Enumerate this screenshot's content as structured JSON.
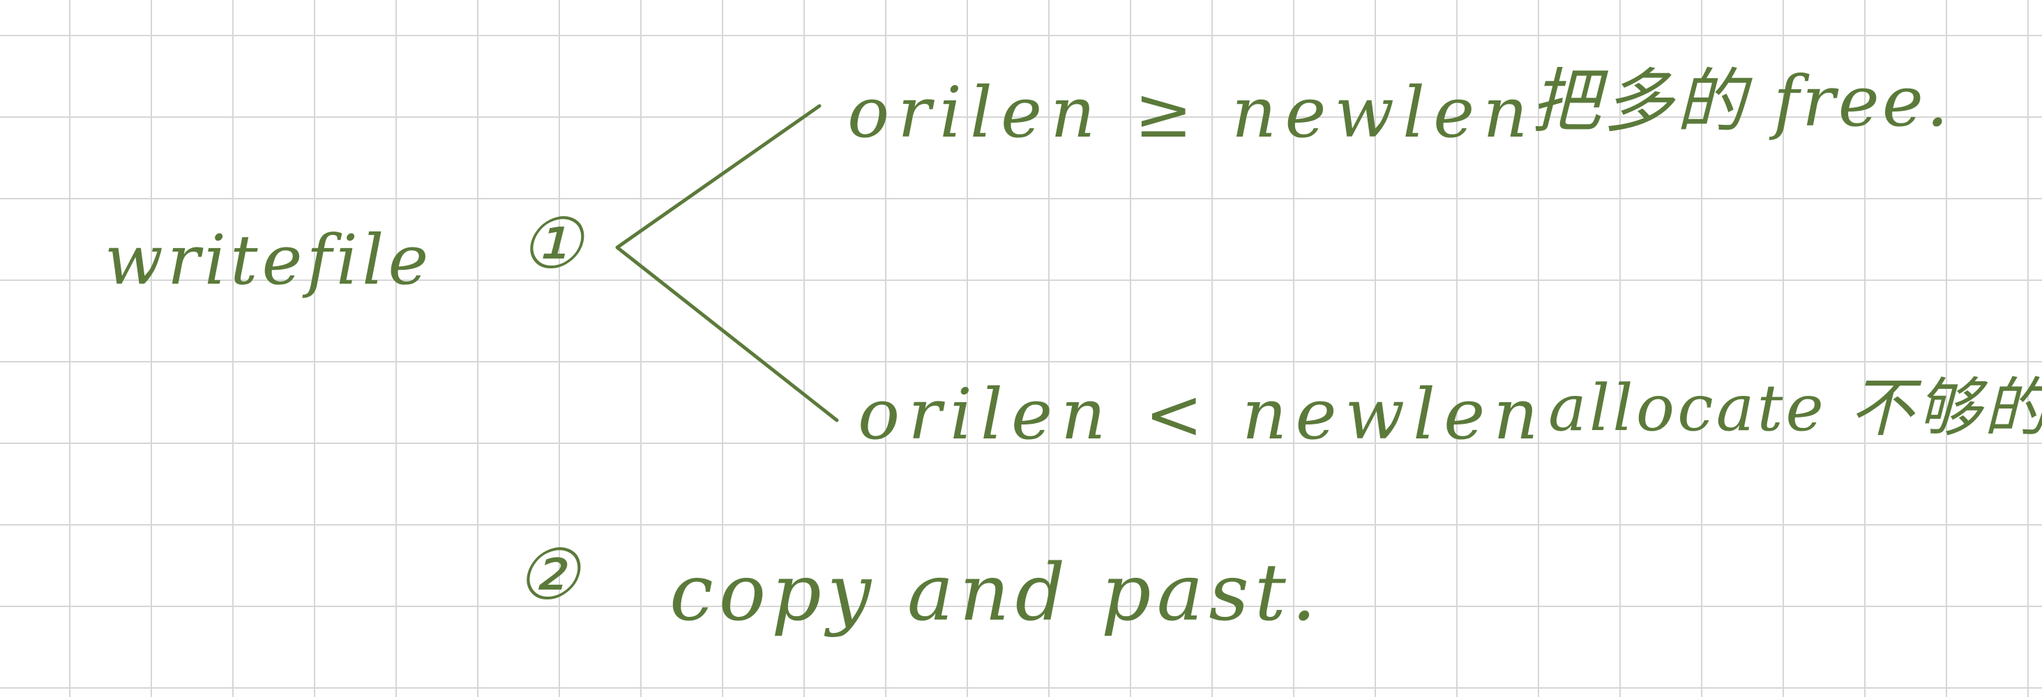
{
  "root": {
    "label": "writefile"
  },
  "steps": {
    "one": {
      "marker": "①"
    },
    "two": {
      "marker": "②",
      "text": "copy and past."
    }
  },
  "branches": {
    "top": {
      "condition": "orilen ≥ newlen",
      "action": "把多的 free."
    },
    "bottom": {
      "condition": "orilen < newlen",
      "action": "allocate 不够的"
    }
  },
  "colors": {
    "ink": "#5b7a3a",
    "grid": "#d6d6d6",
    "background": "#ffffff"
  }
}
